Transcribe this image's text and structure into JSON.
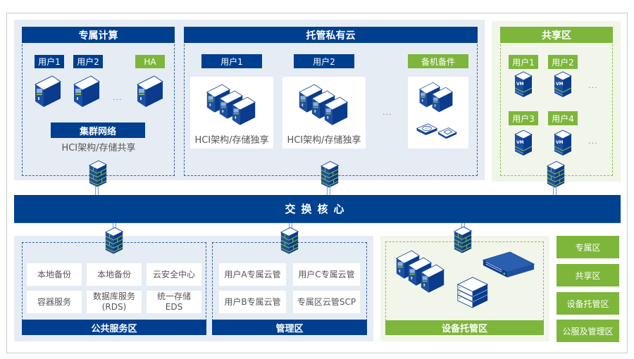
{
  "diagram": {
    "colors": {
      "brand_blue": "#003f8f",
      "brand_green": "#7db63b",
      "panel_blue": "#e6ecf4",
      "panel_green": "#f1f5ea"
    },
    "dedicated_compute": {
      "title": "专属计算",
      "tags": [
        "用户1",
        "用户2",
        "HA"
      ],
      "ellipsis": "...",
      "cluster_label": "集群网络",
      "caption": "HCI架构/存储共享"
    },
    "hosted_private_cloud": {
      "title": "托管私有云",
      "groups": [
        {
          "tag": "用户1",
          "caption": "HCI架构/存储独享"
        },
        {
          "tag": "用户2",
          "caption": "HCI架构/存储独享"
        },
        {
          "tag": "备机备件",
          "caption": ""
        }
      ],
      "ellipsis": "..."
    },
    "shared_zone": {
      "title": "共享区",
      "tags": [
        "用户1",
        "用户2",
        "用户3",
        "用户4"
      ],
      "vm_label": "VM",
      "ellipsis": "..."
    },
    "core_switch": {
      "label": "交换核心"
    },
    "public_service_zone": {
      "title": "公共服务区",
      "services": [
        "本地备份",
        "本地备份",
        "云安全中心",
        "容器服务",
        "数据库服务\n(RDS)",
        "统一存储\nEDS"
      ]
    },
    "management_zone": {
      "title": "管理区",
      "items": [
        "用户A专属云管",
        "用户C专属云管",
        "用户B专属云管",
        "专属区云管SCP"
      ]
    },
    "device_hosting_zone": {
      "title": "设备托管区"
    },
    "legend": {
      "items": [
        "专属区",
        "共享区",
        "设备托管区",
        "公服及管理区"
      ]
    }
  }
}
